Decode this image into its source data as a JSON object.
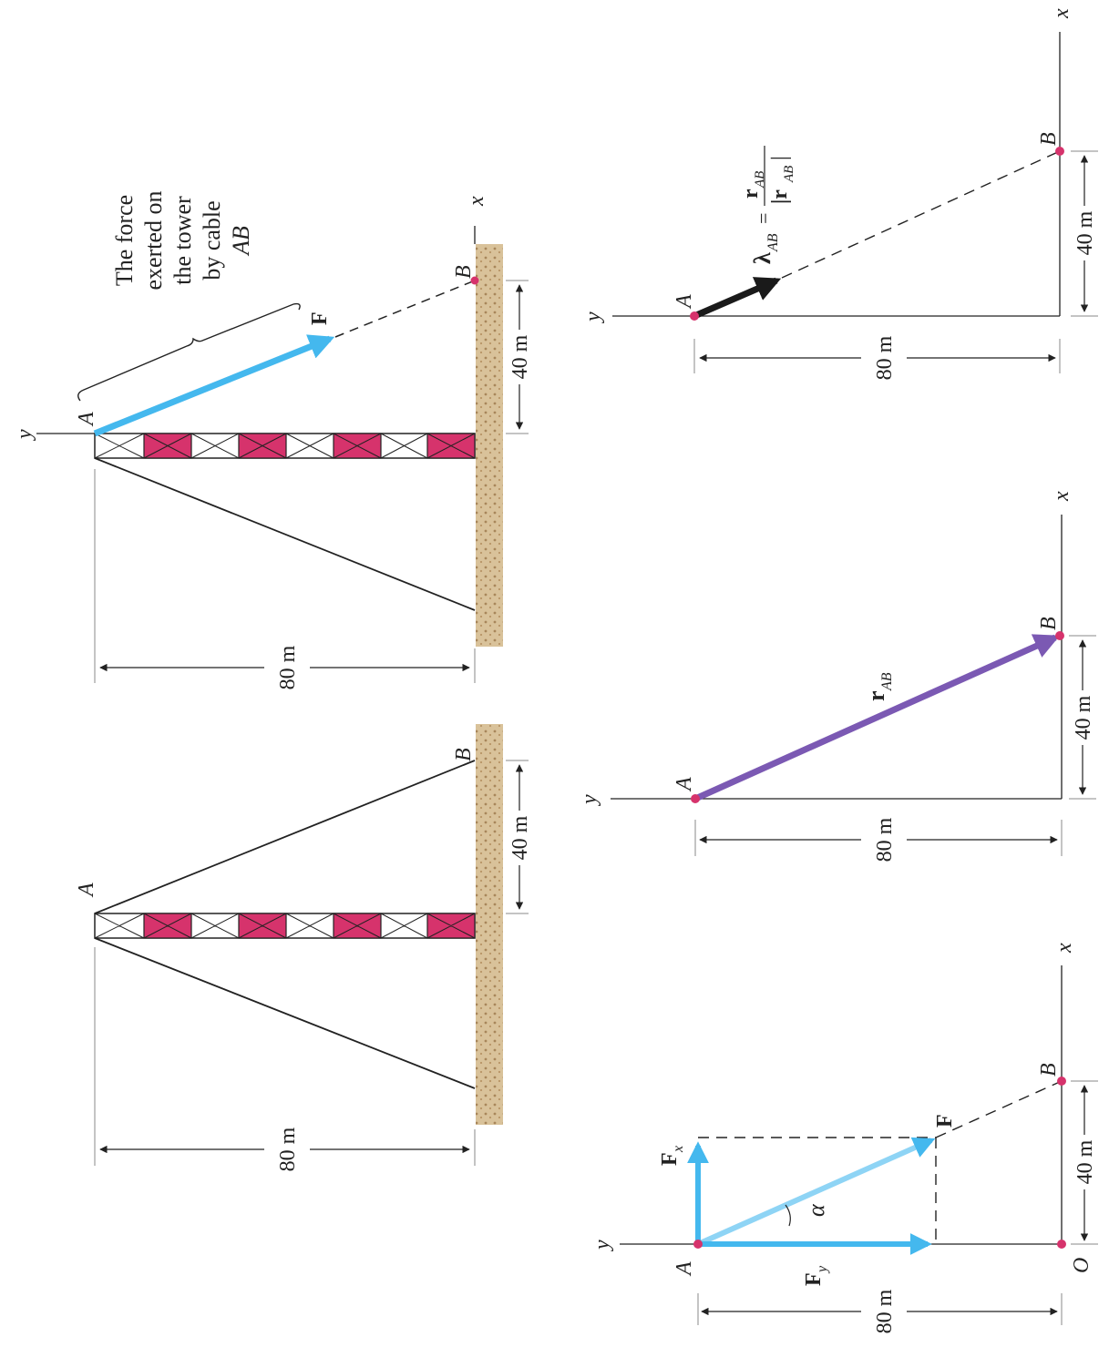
{
  "colors": {
    "tower_fill": "#d6336c",
    "force": "#44b8ee",
    "position_vector": "#7b59b3",
    "unit_vector": "#1a1a1a",
    "point": "#d6336c",
    "ground": "#c8a878"
  },
  "labels": {
    "A": "A",
    "B": "B",
    "O": "O",
    "x": "x",
    "y": "y",
    "dim_80": "80 m",
    "dim_40": "40 m",
    "F": "F",
    "Fx": "F",
    "Fx_sub": "x",
    "Fy": "F",
    "Fy_sub": "y",
    "alpha": "α",
    "rAB": "r",
    "rAB_sub": "AB",
    "unit_lambda": "λ",
    "unit_sub": "AB",
    "unit_eq": "=",
    "unit_num": "r",
    "unit_num_sub": "AB",
    "unit_den": "|r",
    "unit_den_sub": "AB",
    "unit_den_close": "|",
    "force_note_line1": "The force",
    "force_note_line2": "exerted on",
    "force_note_line3": "the tower",
    "force_note_line4": "by cable",
    "force_note_line5": "AB"
  }
}
